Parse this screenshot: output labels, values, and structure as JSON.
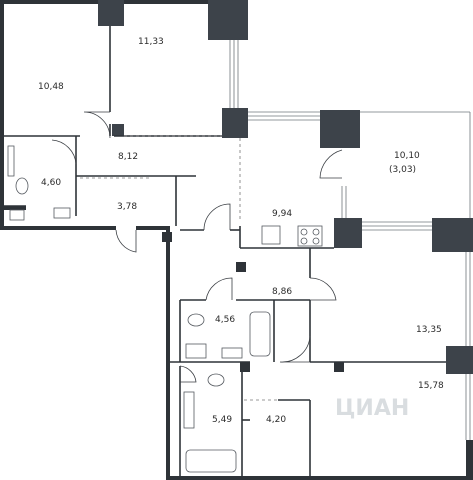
{
  "rooms": [
    {
      "id": "room-1",
      "area": "10,48"
    },
    {
      "id": "room-2",
      "area": "11,33"
    },
    {
      "id": "room-3",
      "area": "8,12"
    },
    {
      "id": "room-4",
      "area": "4,60"
    },
    {
      "id": "room-5",
      "area": "3,78"
    },
    {
      "id": "room-6",
      "area": "10,10",
      "sub": "(3,03)"
    },
    {
      "id": "room-7",
      "area": "9,94"
    },
    {
      "id": "room-8",
      "area": "8,86"
    },
    {
      "id": "room-9",
      "area": "4,56"
    },
    {
      "id": "room-10",
      "area": "13,35"
    },
    {
      "id": "room-11",
      "area": "5,49"
    },
    {
      "id": "room-12",
      "area": "4,20"
    },
    {
      "id": "room-13",
      "area": "15,78"
    }
  ],
  "watermark": "ЦИАН"
}
